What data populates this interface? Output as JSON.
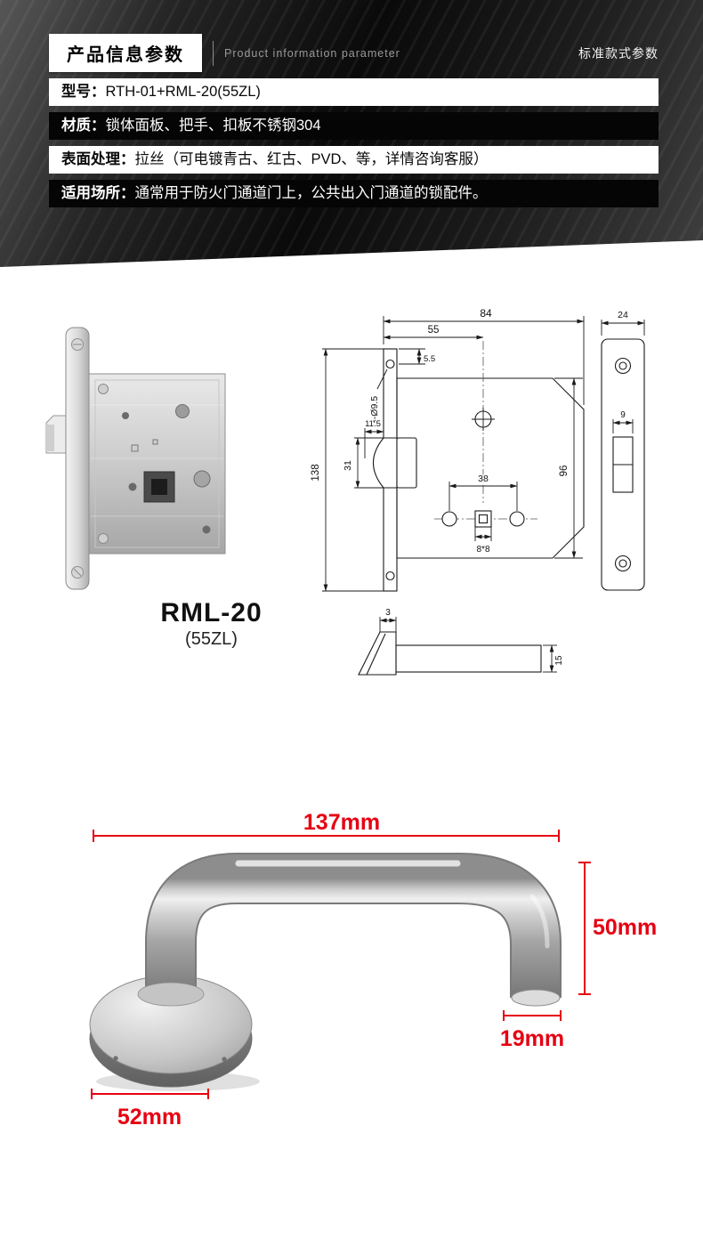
{
  "header": {
    "title": "产品信息参数",
    "title_en": "Product information parameter",
    "right_note": "标准款式参数"
  },
  "specs": [
    {
      "label": "型号：",
      "value": "RTH-01+RML-20(55ZL)"
    },
    {
      "label": "材质：",
      "value": "锁体面板、把手、扣板不锈钢304"
    },
    {
      "label": "表面处理：",
      "value": "拉丝（可电镀青古、红古、PVD、等，详情咨询客服）"
    },
    {
      "label": "适用场所：",
      "value": "通常用于防火门通道门上，公共出入门通道的锁配件。"
    }
  ],
  "lock_model": {
    "name": "RML-20",
    "variant": "(55ZL)"
  },
  "lock_drawing": {
    "total_width": "84",
    "backset": "55",
    "top_hole_offset": "5.5",
    "face_holes": "3-Ø9.5",
    "latch_depth": "11.5",
    "latch_height": "31",
    "faceplate_height": "138",
    "hole_spacing": "38",
    "case_height": "96",
    "spindle_square": "8*8"
  },
  "strike_drawing": {
    "width": "24",
    "slot_width": "9"
  },
  "latch_drawing": {
    "throw": "3",
    "height": "15"
  },
  "handle_photo": {
    "length": "137mm",
    "height": "50mm",
    "tube_diameter": "19mm",
    "rose_diameter": "52mm"
  },
  "colors": {
    "dimension_red": "#e60012",
    "banner_black": "#111111"
  }
}
